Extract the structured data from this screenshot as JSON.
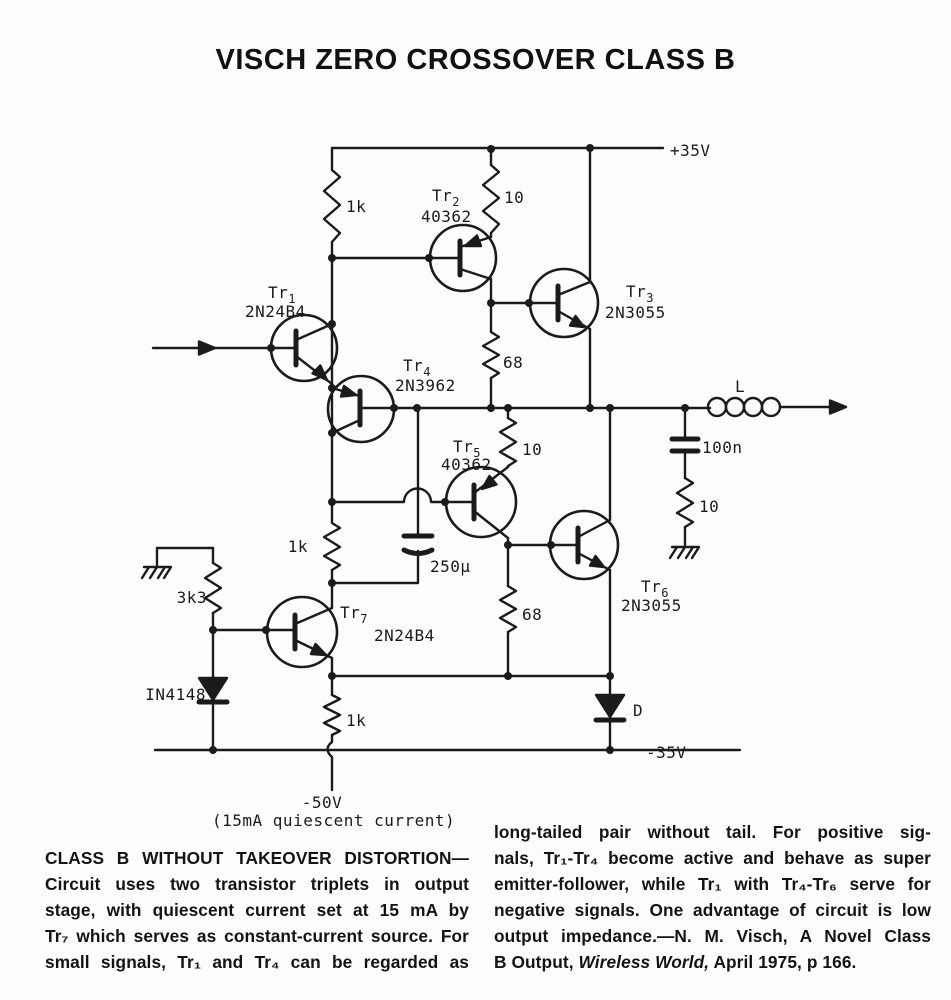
{
  "title": "VISCH ZERO CROSSOVER CLASS B",
  "schematic": {
    "rails": {
      "vpos": "+35V",
      "vneg": "-35V",
      "vmid": "-50V",
      "note": "(15mA quiescent current)"
    },
    "tr1": {
      "name": "Tr",
      "sub": "1",
      "part": "2N24B4"
    },
    "tr2": {
      "name": "Tr",
      "sub": "2",
      "part": "40362"
    },
    "tr3": {
      "name": "Tr",
      "sub": "3",
      "part": "2N3055"
    },
    "tr4": {
      "name": "Tr",
      "sub": "4",
      "part": "2N3962"
    },
    "tr5": {
      "name": "Tr",
      "sub": "5",
      "part": "40362"
    },
    "tr6": {
      "name": "Tr",
      "sub": "6",
      "part": "2N3055"
    },
    "tr7": {
      "name": "Tr",
      "sub": "7",
      "part": "2N24B4"
    },
    "r_1k_top": "1k",
    "r_10_top": "10",
    "r_68_top": "68",
    "r_10_mid": "10",
    "r_1k_mid": "1k",
    "r_68_low": "68",
    "r_1k_bot": "1k",
    "r_3k3": "3k3",
    "r_10_out": "10",
    "c_250u": "250µ",
    "c_100n": "100n",
    "d_left": "IN4148",
    "d_right": "D",
    "inductor": "L"
  },
  "caption_left": {
    "lines": [
      "CLASS B WITHOUT TAKEOVER DISTORTION—",
      "Circuit uses two transistor triplets in output",
      "stage, with quiescent current set at 15 mA by",
      "Tr₇ which serves as constant-current source. For",
      "small signals, Tr₁ and Tr₄ can be regarded as"
    ]
  },
  "caption_right": {
    "lines": [
      "long-tailed pair without tail. For positive sig-",
      "nals, Tr₁-Tr₄ become active and behave as super",
      "emitter-follower, while Tr₁ with Tr₄-Tr₆ serve for",
      "negative signals. One advantage of circuit is low",
      "output impedance.—N. M. Visch, A Novel Class"
    ],
    "tail_pre": "B Output, ",
    "tail_italic": "Wireless World,",
    "tail_post": " April 1975, p 166."
  }
}
